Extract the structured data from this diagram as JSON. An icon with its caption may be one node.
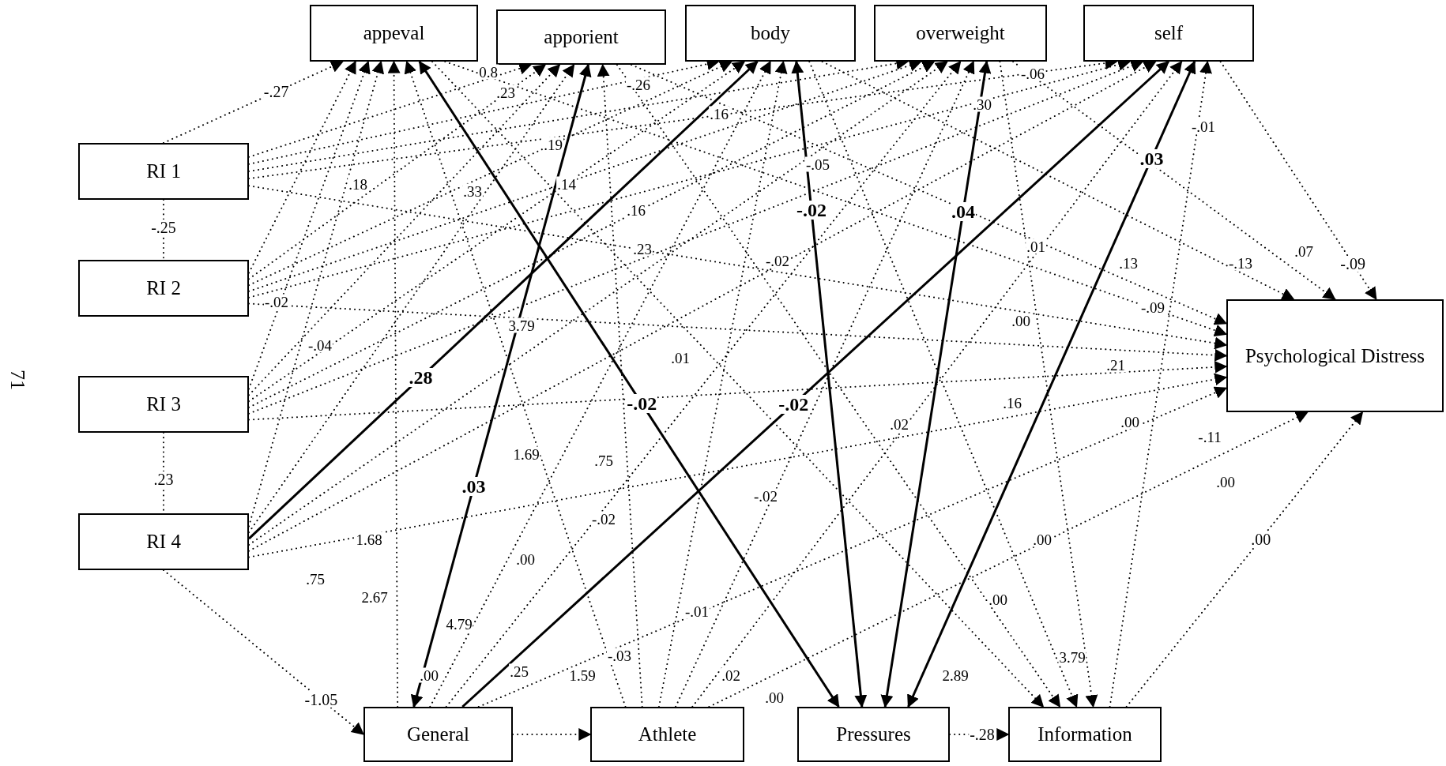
{
  "diagram": {
    "nodes": [
      {
        "text": [
          "appeval"
        ]
      },
      {
        "text": [
          "apporient"
        ]
      },
      {
        "text": [
          "body"
        ]
      },
      {
        "text": [
          "overweight"
        ]
      },
      {
        "text": [
          "self"
        ]
      },
      {
        "text": [
          "RI 1"
        ]
      },
      {
        "text": [
          "RI 2"
        ]
      },
      {
        "text": [
          "RI 3"
        ]
      },
      {
        "text": [
          "RI 4"
        ]
      },
      {
        "text": [
          "Psychological Distress"
        ]
      },
      {
        "text": [
          "General"
        ]
      },
      {
        "text": [
          "Athlete"
        ]
      },
      {
        "text": [
          "Pressures"
        ]
      },
      {
        "text": [
          "Information"
        ]
      }
    ],
    "edges": [
      {
        "from": 8,
        "to": 2,
        "arrow": "to",
        "label": ".28"
      },
      {
        "from": 10,
        "to": 1,
        "arrow": "both",
        "label": ".03"
      },
      {
        "from": 12,
        "to": 0,
        "arrow": "both",
        "label": "-.02"
      },
      {
        "from": 10,
        "to": 4,
        "arrow": "to",
        "label": "-.02"
      },
      {
        "from": 12,
        "to": 2,
        "arrow": "both",
        "label": "-.02"
      },
      {
        "from": 12,
        "to": 3,
        "arrow": "both",
        "label": ".04"
      },
      {
        "from": 12,
        "to": 4,
        "arrow": "both",
        "label": ".03"
      },
      {
        "from": 5,
        "to": 0,
        "arrow": "to",
        "style": "dashed",
        "label": "-.27"
      },
      {
        "from": 5,
        "to": 6,
        "arrow": "none",
        "style": "dashed",
        "label": "-.25"
      },
      {
        "from": 7,
        "to": 8,
        "arrow": "none",
        "style": "dashed",
        "label": ".23"
      },
      {
        "from": 8,
        "to": 10,
        "arrow": "to",
        "style": "dashed",
        "label": "-1.05"
      },
      {
        "from": 10,
        "to": 11,
        "arrow": "to",
        "style": "dashed"
      },
      {
        "from": 12,
        "to": 13,
        "arrow": "to",
        "style": "dashed",
        "label": "-.28"
      },
      {
        "from": 13,
        "to": 9,
        "arrow": "to",
        "style": "dashed",
        "label": ".00"
      },
      {
        "from": 4,
        "to": 9,
        "arrow": "to",
        "style": "dashed",
        "label": "-.09"
      },
      {
        "from": 5,
        "to": 1,
        "arrow": "to",
        "style": "dashed"
      },
      {
        "from": 5,
        "to": 2,
        "arrow": "to",
        "style": "dashed"
      },
      {
        "from": 5,
        "to": 3,
        "arrow": "to",
        "style": "dashed"
      },
      {
        "from": 5,
        "to": 4,
        "arrow": "to",
        "style": "dashed"
      },
      {
        "from": 5,
        "to": 9,
        "arrow": "to",
        "style": "dashed"
      },
      {
        "from": 6,
        "to": 0,
        "arrow": "to",
        "style": "dashed"
      },
      {
        "from": 6,
        "to": 1,
        "arrow": "to",
        "style": "dashed"
      },
      {
        "from": 6,
        "to": 2,
        "arrow": "to",
        "style": "dashed"
      },
      {
        "from": 6,
        "to": 3,
        "arrow": "to",
        "style": "dashed"
      },
      {
        "from": 6,
        "to": 4,
        "arrow": "to",
        "style": "dashed"
      },
      {
        "from": 6,
        "to": 9,
        "arrow": "to",
        "style": "dashed"
      },
      {
        "from": 7,
        "to": 0,
        "arrow": "to",
        "style": "dashed"
      },
      {
        "from": 7,
        "to": 1,
        "arrow": "to",
        "style": "dashed"
      },
      {
        "from": 7,
        "to": 2,
        "arrow": "to",
        "style": "dashed"
      },
      {
        "from": 7,
        "to": 3,
        "arrow": "to",
        "style": "dashed"
      },
      {
        "from": 7,
        "to": 4,
        "arrow": "to",
        "style": "dashed"
      },
      {
        "from": 7,
        "to": 9,
        "arrow": "to",
        "style": "dashed"
      },
      {
        "from": 8,
        "to": 0,
        "arrow": "to",
        "style": "dashed"
      },
      {
        "from": 8,
        "to": 1,
        "arrow": "to",
        "style": "dashed"
      },
      {
        "from": 8,
        "to": 3,
        "arrow": "to",
        "style": "dashed"
      },
      {
        "from": 8,
        "to": 4,
        "arrow": "to",
        "style": "dashed"
      },
      {
        "from": 8,
        "to": 9,
        "arrow": "to",
        "style": "dashed"
      },
      {
        "from": 10,
        "to": 0,
        "arrow": "to",
        "style": "dashed"
      },
      {
        "from": 10,
        "to": 2,
        "arrow": "to",
        "style": "dashed"
      },
      {
        "from": 10,
        "to": 3,
        "arrow": "to",
        "style": "dashed"
      },
      {
        "from": 10,
        "to": 9,
        "arrow": "to",
        "style": "dashed"
      },
      {
        "from": 11,
        "to": 0,
        "arrow": "to",
        "style": "dashed"
      },
      {
        "from": 11,
        "to": 1,
        "arrow": "to",
        "style": "dashed"
      },
      {
        "from": 11,
        "to": 2,
        "arrow": "to",
        "style": "dashed"
      },
      {
        "from": 11,
        "to": 3,
        "arrow": "to",
        "style": "dashed"
      },
      {
        "from": 11,
        "to": 4,
        "arrow": "to",
        "style": "dashed"
      },
      {
        "from": 11,
        "to": 9,
        "arrow": "to",
        "style": "dashed"
      },
      {
        "from": 0,
        "to": 9,
        "arrow": "to",
        "style": "dashed"
      },
      {
        "from": 1,
        "to": 9,
        "arrow": "to",
        "style": "dashed"
      },
      {
        "from": 2,
        "to": 9,
        "arrow": "to",
        "style": "dashed"
      },
      {
        "from": 3,
        "to": 9,
        "arrow": "to",
        "style": "dashed"
      },
      {
        "from": 0,
        "to": 13,
        "arrow": "to",
        "style": "dashed"
      },
      {
        "from": 1,
        "to": 13,
        "arrow": "to",
        "style": "dashed"
      },
      {
        "from": 2,
        "to": 13,
        "arrow": "to",
        "style": "dashed"
      },
      {
        "from": 3,
        "to": 13,
        "arrow": "to",
        "style": "dashed"
      },
      {
        "from": 13,
        "to": 4,
        "arrow": "to",
        "style": "dashed"
      }
    ],
    "labels": [
      "0.8",
      ".23",
      "-.26",
      ".16",
      ".19",
      ".18",
      ".33",
      ".14",
      ".16",
      ".23",
      "-.02",
      "-.04",
      "3.79",
      ".01",
      ".30",
      "-.06",
      "-.05",
      "-.02",
      "-.01",
      ".01",
      ".13",
      "-.13",
      ".07",
      "-.09",
      ".00",
      ".21",
      ".16",
      ".02",
      ".00",
      "-.11",
      ".00",
      "1.69",
      ".75",
      "-.02",
      "-.02",
      ".00",
      "1.68",
      ".75",
      "2.67",
      "4.79",
      ".00",
      ".25",
      "1.59",
      "-.03",
      "-.01",
      ".02",
      ".00",
      ".00",
      ".00",
      "3.79",
      "2.89",
      "71"
    ]
  }
}
